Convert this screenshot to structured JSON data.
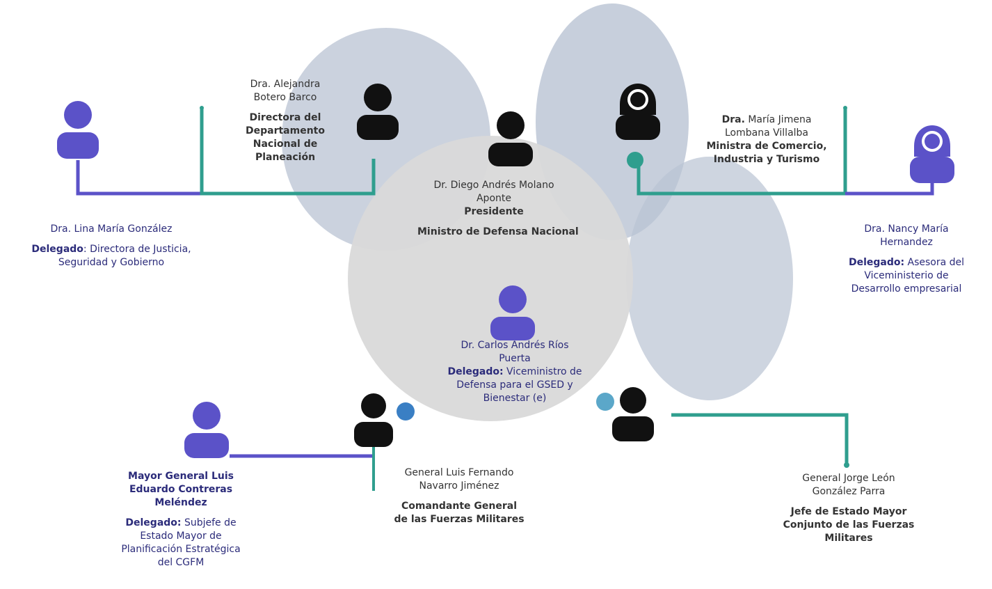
{
  "colors": {
    "bubble": "#b9c3d3",
    "center": "#d9d9d9",
    "accent_purple": "#5b52c8",
    "accent_teal": "#2f9e8e",
    "text_navy": "#2b2b7a",
    "black": "#111111"
  },
  "members": {
    "president": {
      "name_line1": "Dr. Diego Andrés Molano",
      "name_line2": "Aponte",
      "role": "Presidente",
      "title": "Ministro de Defensa Nacional"
    },
    "president_delegate": {
      "name_line1": "Dr. Carlos Andrés Ríos",
      "name_line2": "Puerta",
      "delegate_label": "Delegado:",
      "delegate_line1": "Viceministro de",
      "delegate_line2": "Defensa para el GSED y",
      "delegate_line3": "Bienestar (e)"
    },
    "planeacion": {
      "name_line1": "Dra. Alejandra",
      "name_line2": "Botero Barco",
      "title_line1": "Directora del",
      "title_line2": "Departamento",
      "title_line3": "Nacional de",
      "title_line4": "Planeación"
    },
    "planeacion_delegate": {
      "name": "Dra. Lina María González",
      "delegate_label": "Delegado",
      "delegate_line1": ": Directora de Justicia,",
      "delegate_line2": "Seguridad y Gobierno"
    },
    "comercio": {
      "name_prefix": "Dra.",
      "name_line1_rest": " María Jimena",
      "name_line2": "Lombana Villalba",
      "title_line1": "Ministra de Comercio,",
      "title_line2": "Industria y Turismo"
    },
    "comercio_delegate": {
      "name_line1": "Dra. Nancy María",
      "name_line2": "Hernandez",
      "delegate_label": "Delegado:",
      "delegate_line1": " Asesora del",
      "delegate_line2": "Viceministerio de",
      "delegate_line3": "Desarrollo empresarial"
    },
    "comandante": {
      "name_line1": "General Luis Fernando",
      "name_line2": "Navarro Jiménez",
      "title_line1": "Comandante General",
      "title_line2": "de las Fuerzas Militares"
    },
    "comandante_delegate": {
      "name_line1": "Mayor General Luis",
      "name_line2": "Eduardo Contreras",
      "name_line3": "Meléndez",
      "delegate_label": "Delegado:",
      "delegate_line1": " Subjefe de",
      "delegate_line2": "Estado Mayor de",
      "delegate_line3": "Planificación Estratégica",
      "delegate_line4": "del CGFM"
    },
    "jefe_estado_mayor": {
      "name_line1": "General Jorge León",
      "name_line2": "González Parra",
      "title_line1": "Jefe de Estado Mayor",
      "title_line2": "Conjunto de las Fuerzas",
      "title_line3": "Militares"
    }
  }
}
